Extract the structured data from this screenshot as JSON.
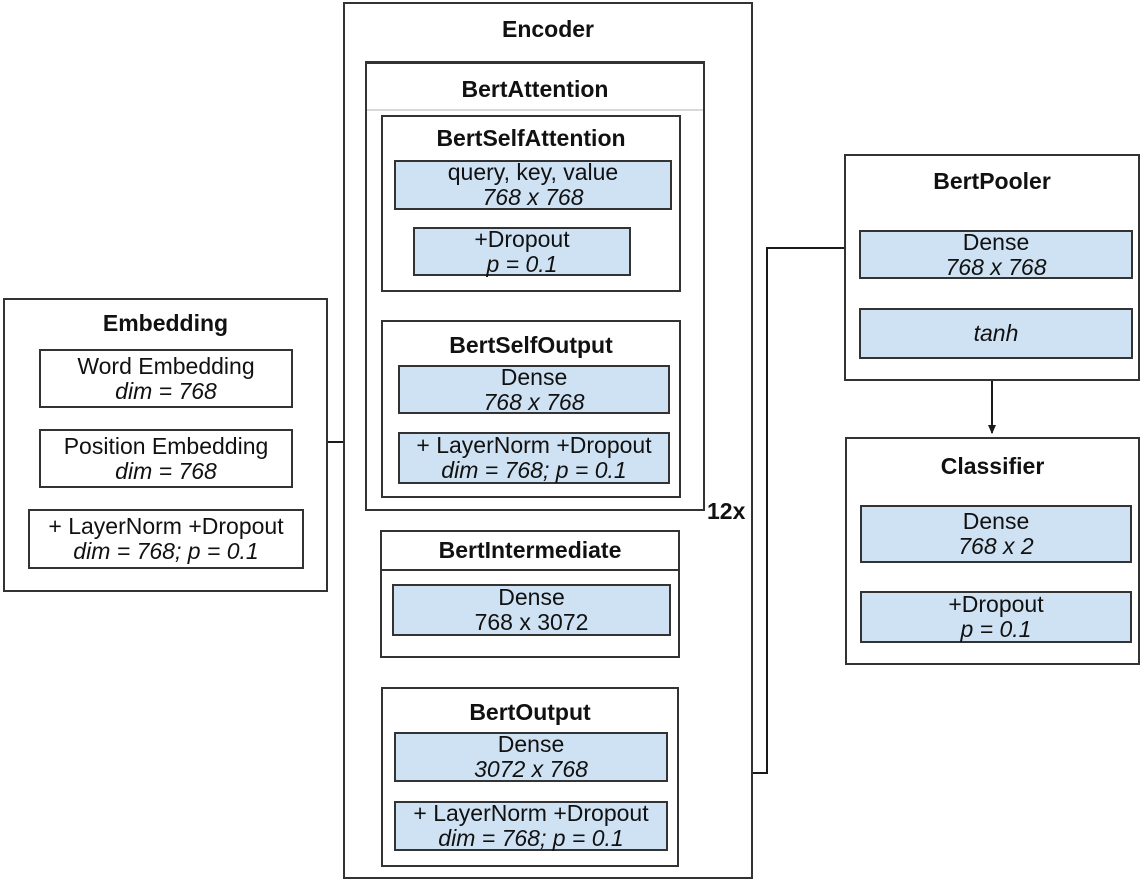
{
  "embedding": {
    "title": "Embedding",
    "word": {
      "l1": "Word Embedding",
      "l2": "dim = 768"
    },
    "position": {
      "l1": "Position Embedding",
      "l2": "dim = 768"
    },
    "norm": {
      "l1": "+ LayerNorm +Dropout",
      "l2": "dim = 768; p = 0.1"
    }
  },
  "encoder": {
    "title": "Encoder",
    "repeat": "12x",
    "attention": {
      "title": "BertAttention",
      "self_attention": {
        "title": "BertSelfAttention",
        "qkv": {
          "l1": "query, key, value",
          "l2": "768 x 768"
        },
        "dropout": {
          "l1": "+Dropout",
          "l2": "p = 0.1"
        }
      },
      "self_output": {
        "title": "BertSelfOutput",
        "dense": {
          "l1": "Dense",
          "l2": "768 x 768"
        },
        "norm": {
          "l1": "+ LayerNorm +Dropout",
          "l2": "dim = 768; p = 0.1"
        }
      }
    },
    "intermediate": {
      "title": "BertIntermediate",
      "dense": {
        "l1": "Dense",
        "l2": "768 x 3072"
      }
    },
    "output": {
      "title": "BertOutput",
      "dense": {
        "l1": "Dense",
        "l2": "3072 x 768"
      },
      "norm": {
        "l1": "+ LayerNorm +Dropout",
        "l2": "dim = 768; p = 0.1"
      }
    }
  },
  "pooler": {
    "title": "BertPooler",
    "dense": {
      "l1": "Dense",
      "l2": "768 x 768"
    },
    "tanh": {
      "l1": "tanh"
    }
  },
  "classifier": {
    "title": "Classifier",
    "dense": {
      "l1": "Dense",
      "l2": "768 x 2"
    },
    "dropout": {
      "l1": "+Dropout",
      "l2": "p = 0.1"
    }
  },
  "connections": [
    {
      "from": "Embedding",
      "to": "BertSelfAttention"
    },
    {
      "from": "BertSelfAttention",
      "to": "BertSelfOutput"
    },
    {
      "from": "BertSelfOutput",
      "to": "BertIntermediate"
    },
    {
      "from": "BertIntermediate",
      "to": "BertOutput"
    },
    {
      "from": "BertOutput",
      "to": "BertPooler"
    },
    {
      "from": "BertPooler Dense",
      "to": "tanh"
    },
    {
      "from": "BertPooler",
      "to": "Classifier"
    }
  ],
  "colors": {
    "block_fill": "#cfe2f3",
    "border": "#333333",
    "divider": "#d9d9d9",
    "wire": "#1a1a1a"
  }
}
